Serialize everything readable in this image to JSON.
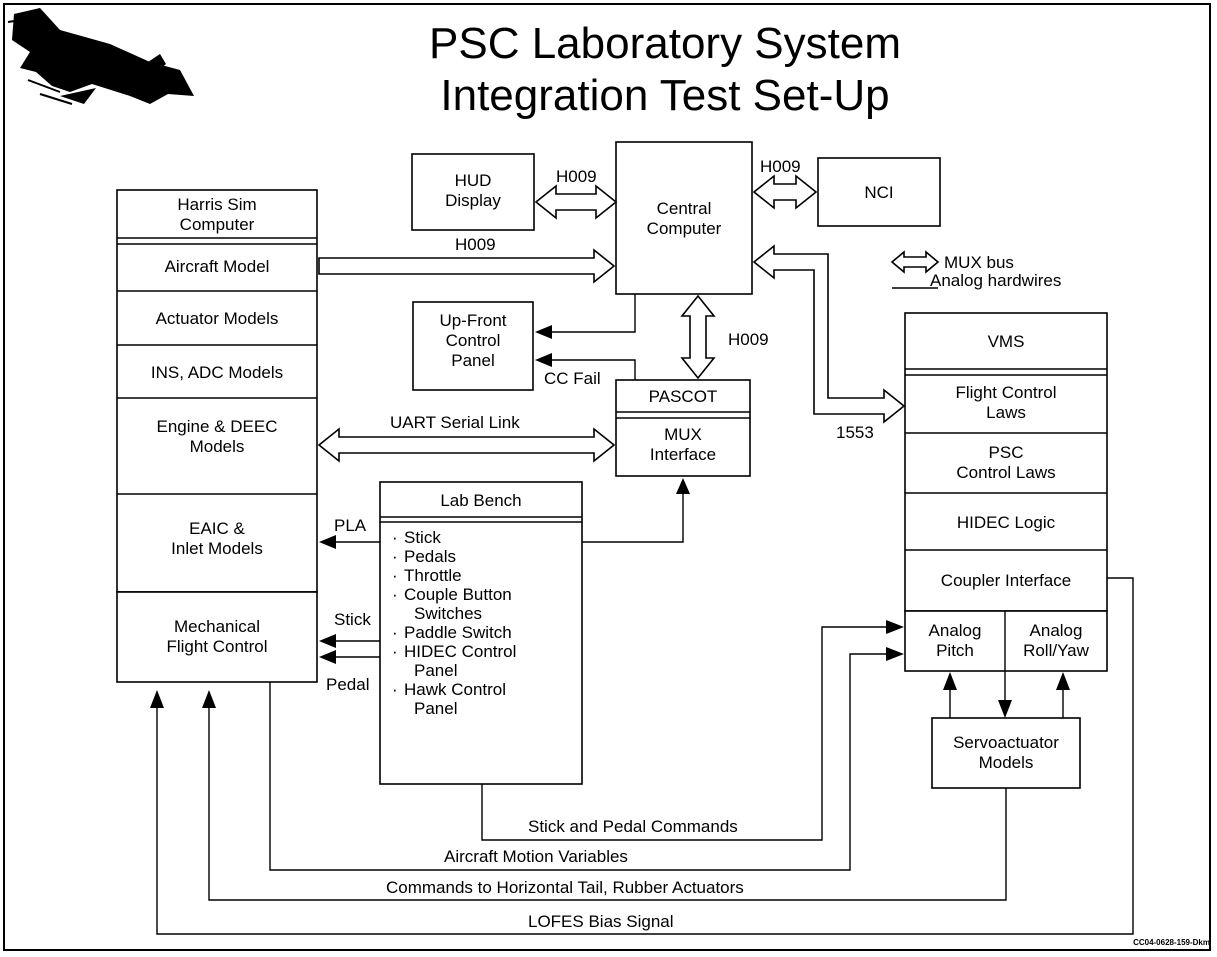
{
  "title": {
    "line1": "PSC Laboratory System",
    "line2": "Integration Test Set-Up"
  },
  "boxes": {
    "harris": [
      "Harris Sim",
      "Computer"
    ],
    "aircraft_model": "Aircraft Model",
    "actuator_models": "Actuator Models",
    "ins_adc": "INS, ADC Models",
    "engine": [
      "Engine & DEEC",
      "Models"
    ],
    "eaic": [
      "EAIC &",
      "Inlet Models"
    ],
    "mech": [
      "Mechanical",
      "Flight Control"
    ],
    "hud": [
      "HUD",
      "Display"
    ],
    "central": [
      "Central",
      "Computer"
    ],
    "nci": "NCI",
    "upfront": [
      "Up-Front",
      "Control",
      "Panel"
    ],
    "pascot": "PASCOT",
    "mux": [
      "MUX",
      "Interface"
    ],
    "lab_bench": "Lab Bench",
    "lab_items": [
      "Stick",
      "Pedals",
      "Throttle",
      "Couple Button",
      "Switches",
      "Paddle Switch",
      "HIDEC Control",
      "Panel",
      "Hawk Control",
      "Panel"
    ],
    "vms": "VMS",
    "fcl": [
      "Flight Control",
      "Laws"
    ],
    "psc": [
      "PSC",
      "Control Laws"
    ],
    "hidec": "HIDEC Logic",
    "coupler": "Coupler Interface",
    "pitch": [
      "Analog",
      "Pitch"
    ],
    "rollyaw": [
      "Analog",
      "Roll/Yaw"
    ],
    "servo": [
      "Servoactuator",
      "Models"
    ]
  },
  "labels": {
    "h009_hud": "H009",
    "h009_nci": "H009",
    "h009_aircraft": "H009",
    "h009_pascot": "H009",
    "cc_fail": "CC Fail",
    "uart": "UART Serial Link",
    "m1553": "1553",
    "pla": "PLA",
    "stick": "Stick",
    "pedal": "Pedal",
    "stick_pedal_cmds": "Stick and Pedal Commands",
    "aircraft_motion": "Aircraft Motion Variables",
    "commands_tail": "Commands to Horizontal Tail, Rubber Actuators",
    "lofes": "LOFES Bias Signal",
    "footer": "CC04-0628-159-Dkm"
  },
  "legend": {
    "mux": "MUX bus",
    "analog": "Analog hardwires"
  }
}
